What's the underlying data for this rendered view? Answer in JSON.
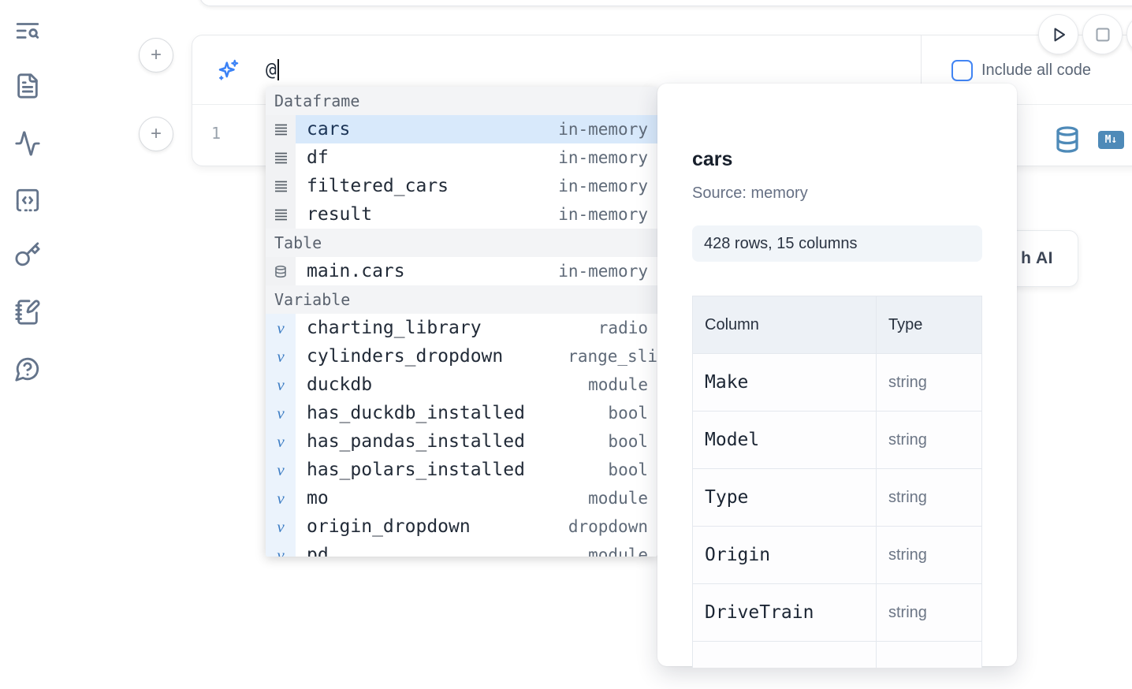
{
  "sidebar": {
    "icons": [
      {
        "name": "text-search-icon"
      },
      {
        "name": "file-text-icon"
      },
      {
        "name": "activity-icon"
      },
      {
        "name": "code-snippet-icon"
      },
      {
        "name": "key-icon"
      },
      {
        "name": "notebook-pen-icon"
      },
      {
        "name": "help-chat-icon"
      }
    ]
  },
  "cell": {
    "prompt_value": "@",
    "line_number": "1",
    "include_all_code_label": "Include all code",
    "markdown_badge": "M↓"
  },
  "autocomplete": {
    "sections": [
      {
        "label": "Dataframe",
        "items": [
          {
            "icon": "rows",
            "name": "cars",
            "type": "in-memory",
            "selected": true
          },
          {
            "icon": "rows",
            "name": "df",
            "type": "in-memory"
          },
          {
            "icon": "rows",
            "name": "filtered_cars",
            "type": "in-memory"
          },
          {
            "icon": "rows",
            "name": "result",
            "type": "in-memory"
          }
        ]
      },
      {
        "label": "Table",
        "items": [
          {
            "icon": "database",
            "name": "main.cars",
            "type": "in-memory"
          }
        ]
      },
      {
        "label": "Variable",
        "items": [
          {
            "icon": "variable",
            "name": "charting_library",
            "type": "radio"
          },
          {
            "icon": "variable",
            "name": "cylinders_dropdown",
            "type": "range_sli",
            "flush": true
          },
          {
            "icon": "variable",
            "name": "duckdb",
            "type": "module"
          },
          {
            "icon": "variable",
            "name": "has_duckdb_installed",
            "type": "bool"
          },
          {
            "icon": "variable",
            "name": "has_pandas_installed",
            "type": "bool"
          },
          {
            "icon": "variable",
            "name": "has_polars_installed",
            "type": "bool"
          },
          {
            "icon": "variable",
            "name": "mo",
            "type": "module"
          },
          {
            "icon": "variable",
            "name": "origin_dropdown",
            "type": "dropdown"
          },
          {
            "icon": "variable",
            "name": "pd",
            "type": "module",
            "partial": true
          }
        ]
      }
    ]
  },
  "preview": {
    "title": "cars",
    "source": "Source: memory",
    "shape": "428 rows, 15 columns",
    "table": {
      "headers": [
        "Column",
        "Type"
      ],
      "rows": [
        [
          "Make",
          "string"
        ],
        [
          "Model",
          "string"
        ],
        [
          "Type",
          "string"
        ],
        [
          "Origin",
          "string"
        ],
        [
          "DriveTrain",
          "string"
        ],
        [
          "",
          ""
        ]
      ]
    }
  },
  "ai_button": {
    "partial_label": "h AI"
  },
  "colors": {
    "accent_blue": "#3b82f6",
    "checkbox_blue": "#4285f4",
    "steel_blue_icon": "#4e8ab8",
    "selected_row_bg": "#d8e9fb",
    "sidebar_icon": "#64748b"
  }
}
